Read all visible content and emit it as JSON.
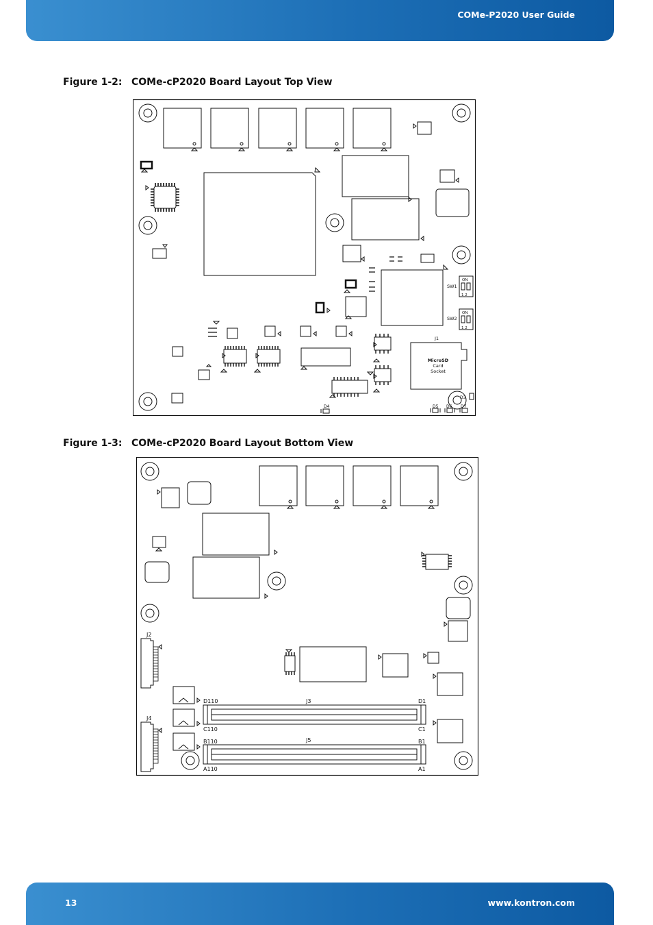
{
  "header": {
    "title": "COMe-P2020 User Guide"
  },
  "figures": [
    {
      "number": "Figure 1-2:",
      "caption": "COMe-cP2020 Board Layout Top View"
    },
    {
      "number": "Figure 1-3:",
      "caption": "COMe-cP2020 Board Layout Bottom View"
    }
  ],
  "top_board": {
    "sw1": "SW1",
    "sw2": "SW2",
    "on": "ON",
    "dip_pins": "1 2",
    "j1": "J1",
    "sd_line1": "MicroSD",
    "sd_line2": "Card",
    "sd_line3": "Socket",
    "d3": "D3",
    "d4": "D4",
    "d5": "D5",
    "d6": "D6",
    "d7": "D7"
  },
  "bottom_board": {
    "j2": "J2",
    "j4": "J4",
    "j3": "J3",
    "j5": "J5",
    "d110": "D110",
    "d1": "D1",
    "c110": "C110",
    "c1": "C1",
    "b110": "B110",
    "b1": "B1",
    "a110": "A110",
    "a1": "A1"
  },
  "footer": {
    "page_number": "13",
    "website": "www.kontron.com"
  }
}
